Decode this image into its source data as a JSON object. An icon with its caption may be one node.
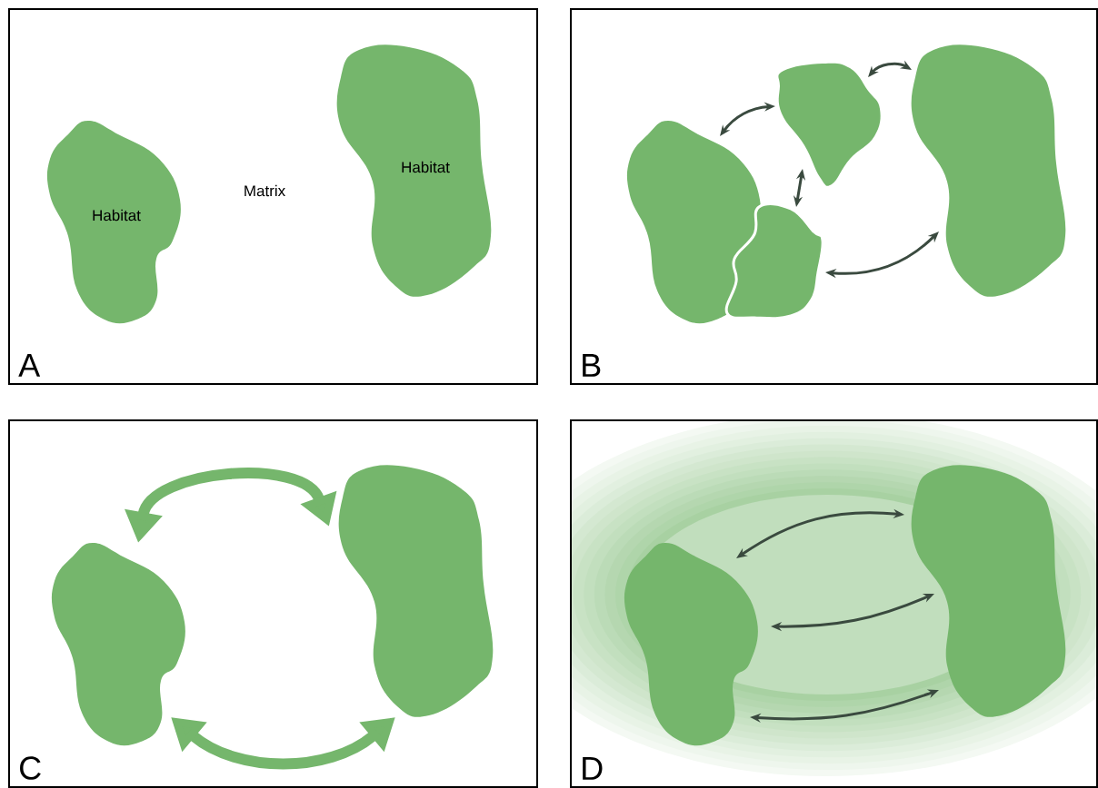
{
  "diagram": {
    "nodes": [
      {
        "text": [
          "A"
        ]
      },
      {
        "text": [
          "Habitat"
        ],
        "in": 0
      },
      {
        "text": [
          "Habitat"
        ],
        "in": 0
      },
      {
        "text": [
          "B"
        ]
      },
      {
        "text": [],
        "shape": "blob",
        "in": 3
      },
      {
        "text": [],
        "shape": "blob",
        "in": 3
      },
      {
        "text": [],
        "shape": "blob",
        "in": 3
      },
      {
        "text": [],
        "shape": "blob",
        "in": 3
      },
      {
        "text": [
          "C"
        ]
      },
      {
        "text": [],
        "shape": "blob",
        "in": 8
      },
      {
        "text": [],
        "shape": "blob",
        "in": 8
      },
      {
        "text": [
          "D"
        ]
      },
      {
        "text": [],
        "shape": "blob",
        "in": 11
      },
      {
        "text": [],
        "shape": "blob",
        "in": 11
      }
    ],
    "edges": [
      {
        "from": 4,
        "to": 5,
        "arrow": "both"
      },
      {
        "from": 5,
        "to": 7,
        "arrow": "both"
      },
      {
        "from": 5,
        "to": 6,
        "arrow": "both"
      },
      {
        "from": 6,
        "to": 7,
        "arrow": "both"
      },
      {
        "from": 9,
        "to": 10,
        "arrow": "both",
        "style": "thick",
        "color": "#75b66c"
      },
      {
        "from": 9,
        "to": 10,
        "arrow": "both",
        "style": "thick",
        "color": "#75b66c"
      },
      {
        "from": 12,
        "to": 13,
        "arrow": "both"
      },
      {
        "from": 12,
        "to": 13,
        "arrow": "both"
      },
      {
        "from": 12,
        "to": 13,
        "arrow": "both"
      }
    ],
    "labels": [
      "Matrix"
    ]
  }
}
